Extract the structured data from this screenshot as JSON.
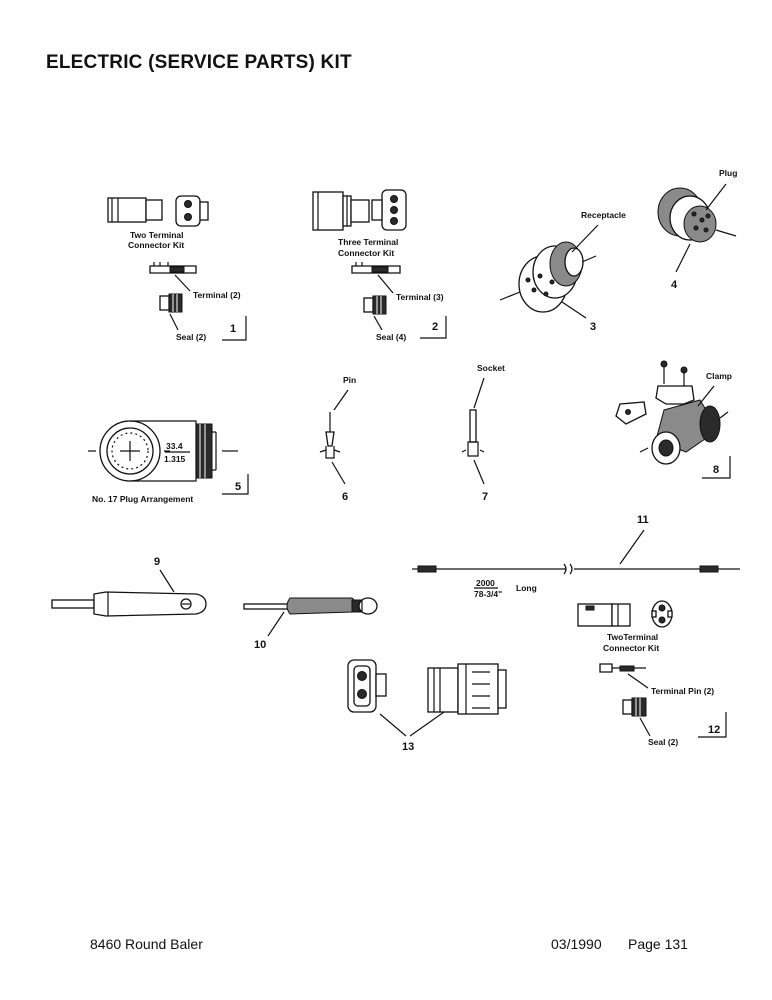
{
  "page": {
    "title": "ELECTRIC (SERVICE PARTS) KIT",
    "footer_model": "8460 Round Baler",
    "footer_date": "03/1990",
    "footer_page": "Page 131"
  },
  "items": [
    {
      "number": "1",
      "labels": [
        "Two Terminal",
        "Connector Kit",
        "Terminal (2)",
        "Seal (2)"
      ]
    },
    {
      "number": "2",
      "labels": [
        "Three Terminal",
        "Connector Kit",
        "Terminal (3)",
        "Seal (4)"
      ]
    },
    {
      "number": "3",
      "labels": [
        "Receptacle"
      ]
    },
    {
      "number": "4",
      "labels": [
        "Plug"
      ]
    },
    {
      "number": "5",
      "labels": [
        "33.4",
        "1.315",
        "No. 17 Plug Arrangement"
      ]
    },
    {
      "number": "6",
      "labels": [
        "Pin"
      ]
    },
    {
      "number": "7",
      "labels": [
        "Socket"
      ]
    },
    {
      "number": "8",
      "labels": [
        "Clamp"
      ]
    },
    {
      "number": "9",
      "labels": []
    },
    {
      "number": "10",
      "labels": []
    },
    {
      "number": "11",
      "labels": [
        "2000",
        "78-3/4\"",
        "Long"
      ]
    },
    {
      "number": "12",
      "labels": [
        "TwoTerminal",
        "Connector Kit",
        "Terminal Pin (2)",
        "Seal (2)"
      ]
    },
    {
      "number": "13",
      "labels": []
    }
  ]
}
